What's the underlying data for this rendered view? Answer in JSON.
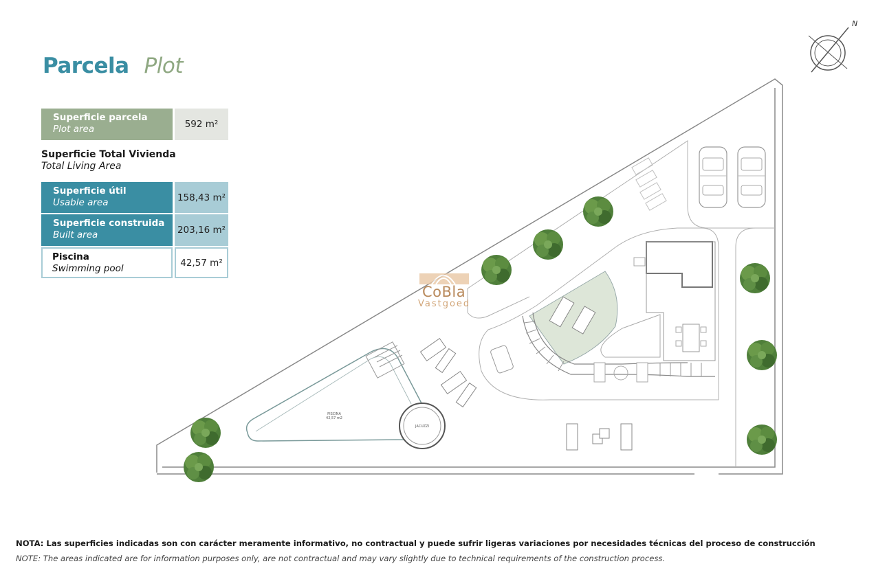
{
  "title": {
    "es": "Parcela",
    "en": "Plot"
  },
  "plot_area": {
    "label_es": "Superficie parcela",
    "label_en": "Plot area",
    "value": "592 m²"
  },
  "total_living": {
    "label_es": "Superficie Total Vivienda",
    "label_en": "Total Living Area"
  },
  "rows": [
    {
      "label_es": "Superficie útil",
      "label_en": "Usable area",
      "value": "158,43 m²"
    },
    {
      "label_es": "Superficie construida",
      "label_en": "Built area",
      "value": "203,16 m²"
    },
    {
      "label_es": "Piscina",
      "label_en": "Swimming pool",
      "value": "42,57 m²"
    }
  ],
  "plan": {
    "pool_label": "PISCINA",
    "pool_area": "42,57 m2",
    "jacuzzi_label": "JACUZZI",
    "north": "N"
  },
  "watermark": {
    "name": "CoBla",
    "sub": "Vastgoed"
  },
  "notes": {
    "es": "NOTA: Las superficies indicadas son con carácter meramente informativo, no contractual y puede sufrir ligeras variaciones por necesidades técnicas del proceso de construcción",
    "en": "NOTE: The areas indicated are for information purposes only, are not contractual and may vary slightly due to technical requirements of the construction process."
  },
  "colors": {
    "teal": "#3a8ea3",
    "green": "#9aae90",
    "light_teal": "#a8ccd6",
    "tree": "#4f7f3a",
    "line": "#9a9a9a"
  }
}
